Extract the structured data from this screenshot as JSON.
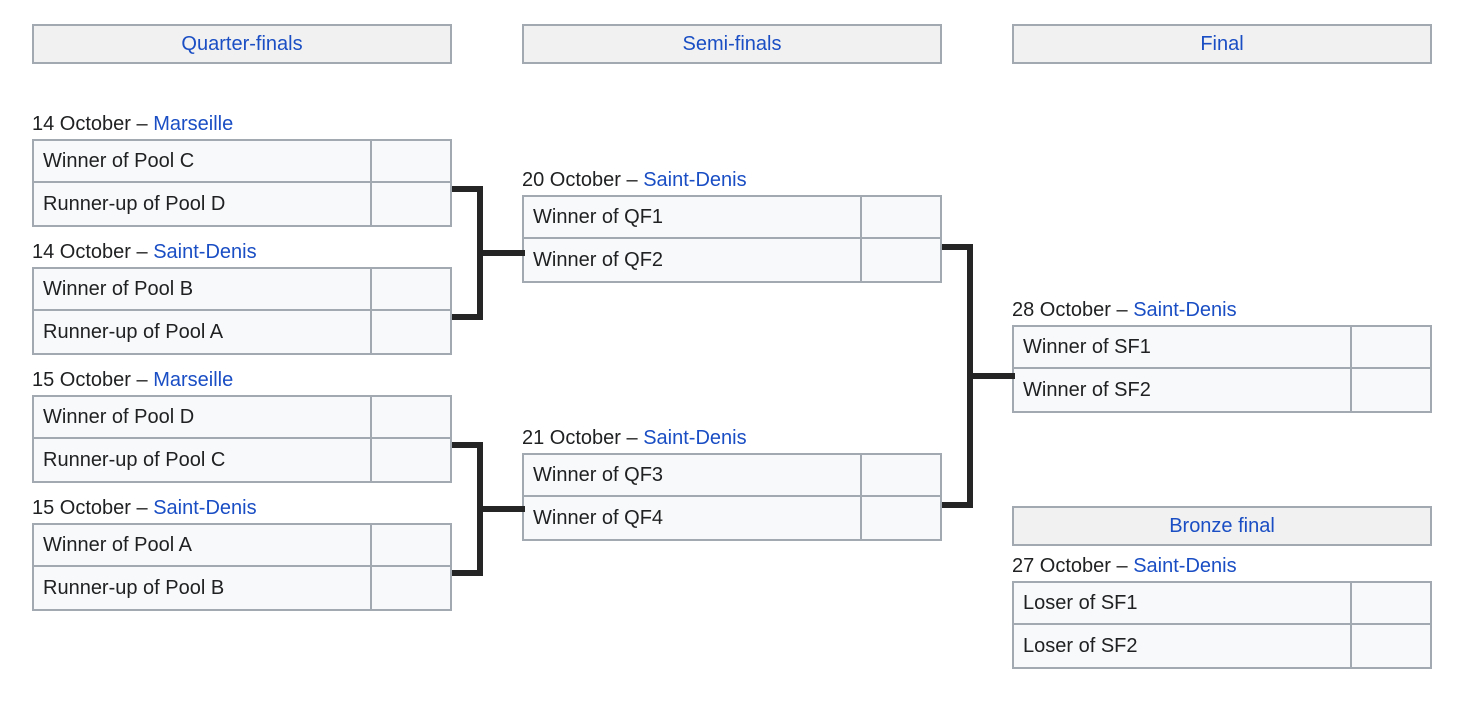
{
  "headers": [
    {
      "label": "Quarter-finals"
    },
    {
      "label": "Semi-finals"
    },
    {
      "label": "Final"
    },
    {
      "label": "Bronze final"
    }
  ],
  "matches": {
    "qf1": {
      "date": "14 October",
      "separator": "–",
      "venue": "Marseille",
      "team1": "Winner of Pool C",
      "score1": "",
      "team2": "Runner-up of Pool D",
      "score2": ""
    },
    "qf2": {
      "date": "14 October",
      "separator": "–",
      "venue": "Saint-Denis",
      "team1": "Winner of Pool B",
      "score1": "",
      "team2": "Runner-up of Pool A",
      "score2": ""
    },
    "qf3": {
      "date": "15 October",
      "separator": "–",
      "venue": "Marseille",
      "team1": "Winner of Pool D",
      "score1": "",
      "team2": "Runner-up of Pool C",
      "score2": ""
    },
    "qf4": {
      "date": "15 October",
      "separator": "–",
      "venue": "Saint-Denis",
      "team1": "Winner of Pool A",
      "score1": "",
      "team2": "Runner-up of Pool B",
      "score2": ""
    },
    "sf1": {
      "date": "20 October",
      "separator": "–",
      "venue": "Saint-Denis",
      "team1": "Winner of QF1",
      "score1": "",
      "team2": "Winner of QF2",
      "score2": ""
    },
    "sf2": {
      "date": "21 October",
      "separator": "–",
      "venue": "Saint-Denis",
      "team1": "Winner of QF3",
      "score1": "",
      "team2": "Winner of QF4",
      "score2": ""
    },
    "final": {
      "date": "28 October",
      "separator": "–",
      "venue": "Saint-Denis",
      "team1": "Winner of SF1",
      "score1": "",
      "team2": "Winner of SF2",
      "score2": ""
    },
    "bronze": {
      "date": "27 October",
      "separator": "–",
      "venue": "Saint-Denis",
      "team1": "Loser of SF1",
      "score1": "",
      "team2": "Loser of SF2",
      "score2": ""
    }
  },
  "colors": {
    "link": "#1a4ec4",
    "header_background": "#f1f1f1",
    "cell_background": "#f8f9fa",
    "border": "#a2a9b1",
    "connector": "#252525",
    "text": "#202122"
  }
}
